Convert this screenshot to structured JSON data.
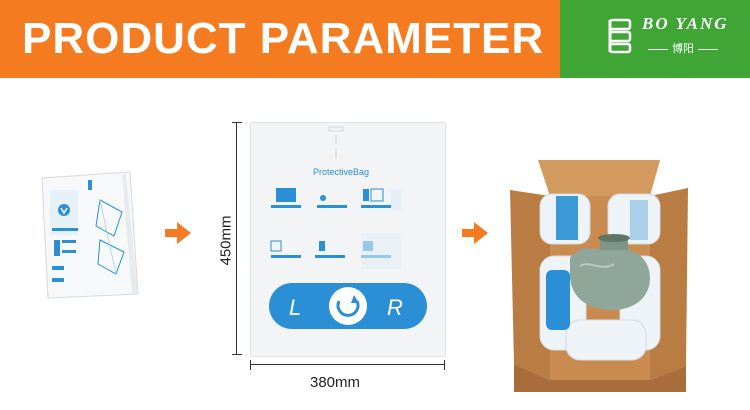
{
  "header": {
    "title": "PRODUCT PARAMETER",
    "orange": "#f47b20",
    "green": "#3fa535"
  },
  "logo": {
    "name": "BO YANG",
    "chinese": "博阳"
  },
  "bag": {
    "brand": "ProtectiveBag",
    "badge_left": "L",
    "badge_right": "R"
  },
  "dimensions": {
    "height": "450mm",
    "width": "380mm"
  },
  "colors": {
    "accent_blue": "#2a8fd4",
    "arrow": "#f47b20",
    "cardboard": "#c98b50"
  },
  "icons": [
    "folded-bag-image",
    "arrow-right-icon",
    "boxed-vase-image"
  ]
}
